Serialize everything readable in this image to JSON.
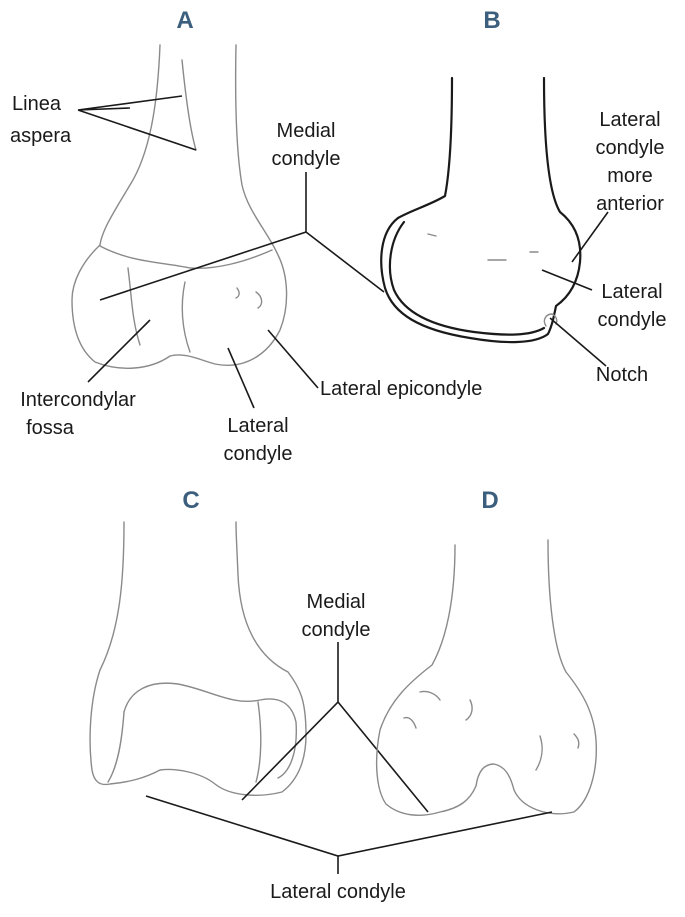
{
  "colors": {
    "panel_letter": "#3d5f7e",
    "text": "#1a1a1a",
    "bone_outline": "#8a8a8a"
  },
  "panels": {
    "a": {
      "letter": "A",
      "labels": [
        "Linea",
        "aspera",
        "Medial",
        "condyle",
        "Intercondylar",
        "fossa",
        "Lateral",
        "condyle",
        "Lateral epicondyle"
      ]
    },
    "b": {
      "letter": "B",
      "labels": [
        "Lateral",
        "condyle",
        "more",
        "anterior",
        "Lateral",
        "condyle",
        "Notch"
      ]
    },
    "c": {
      "letter": "C",
      "labels": [
        "Medial",
        "condyle"
      ]
    },
    "d": {
      "letter": "D",
      "labels": [
        "Lateral condyle"
      ]
    }
  }
}
